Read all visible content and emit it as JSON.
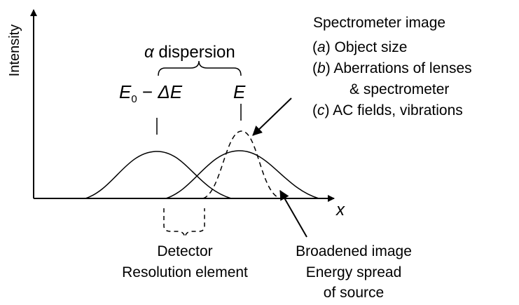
{
  "colors": {
    "ink": "#000000",
    "background": "#ffffff"
  },
  "axes": {
    "y_label": "Intensity",
    "x_label": "x"
  },
  "dispersion": {
    "label_symbol": "α",
    "label_text": " dispersion"
  },
  "peak_labels": {
    "left_main": "E",
    "left_subscript": "0",
    "left_minus": " − ",
    "left_delta": "ΔE",
    "right": "E"
  },
  "legend": {
    "title": "Spectrometer image",
    "items": [
      {
        "letter": "a",
        "text": " Object size"
      },
      {
        "letter": "b",
        "text": " Aberrations of lenses"
      },
      {
        "letter": "b_cont",
        "text": "& spectrometer"
      },
      {
        "letter": "c",
        "text": " AC  fields, vibrations"
      }
    ]
  },
  "detector": {
    "line1": "Detector",
    "line2": "Resolution element"
  },
  "broadened": {
    "line1": "Broadened image",
    "line2": "Energy spread",
    "line3": "of source"
  }
}
